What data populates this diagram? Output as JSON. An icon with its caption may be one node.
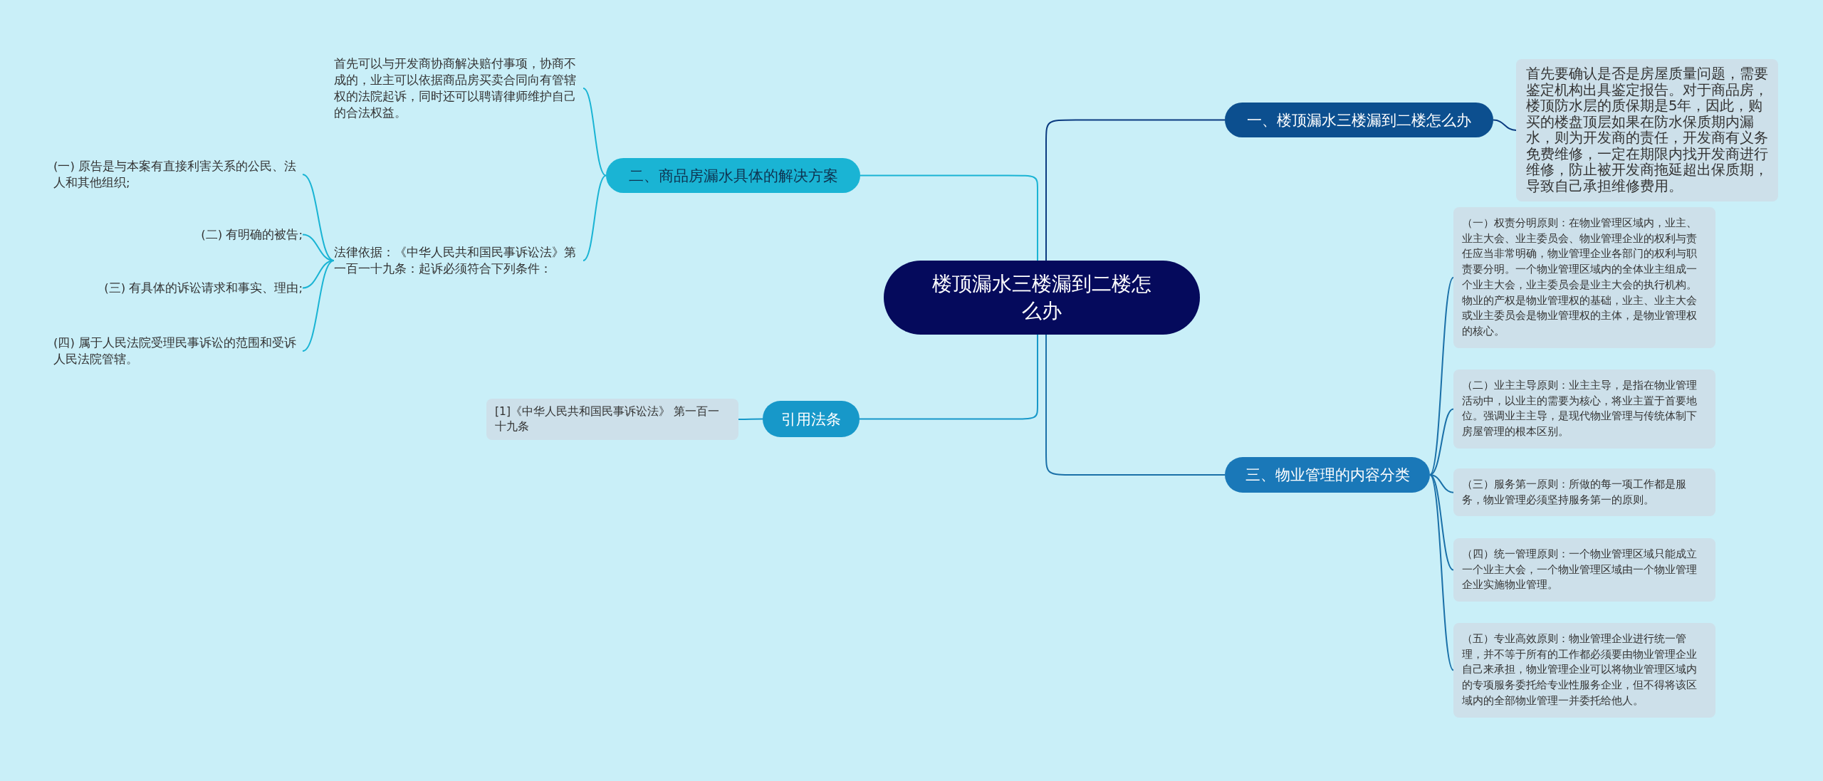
{
  "diagram": {
    "nodes": [
      {
        "text": [
          "楼顶漏水三楼漏到二楼怎么办"
        ]
      },
      {
        "text": [
          "一、楼顶漏水三楼漏到二楼怎么办"
        ]
      },
      {
        "text": [
          "首先要确认是否是房屋质量问题，需要鉴定机构出具鉴定报告。对于商品房，楼顶防水层的质保期是5年，因此，购买的楼盘顶层如果在防水保质期内漏水，则为开发商的责任，开发商有义务免费维修，一定在期限内找开发商进行维修，防止被开发商拖延超出保质期，导致自己承担维修费用。"
        ]
      },
      {
        "text": [
          "二、商品房漏水具体的解决方案"
        ]
      },
      {
        "text": [
          "首先可以与开发商协商解决赔付事项，协商不成的，业主可以依据商品房买卖合同向有管辖权的法院起诉，同时还可以聘请律师维护自己的合法权益。"
        ]
      },
      {
        "text": [
          "法律依据：《中华人民共和国民事诉讼法》第一百一十九条：起诉必须符合下列条件："
        ]
      },
      {
        "text": [
          "(一) 原告是与本案有直接利害关系的公民、法人和其他组织;"
        ]
      },
      {
        "text": [
          "(二) 有明确的被告;"
        ]
      },
      {
        "text": [
          "(三) 有具体的诉讼请求和事实、理由;"
        ]
      },
      {
        "text": [
          "(四) 属于人民法院受理民事诉讼的范围和受诉人民法院管辖。"
        ]
      },
      {
        "text": [
          "引用法条"
        ]
      },
      {
        "text": [
          "[1]《中华人民共和国民事诉讼法》 第一百一十九条"
        ]
      },
      {
        "text": [
          "三、物业管理的内容分类"
        ]
      },
      {
        "text": [
          "（一）权责分明原则：在物业管理区域内，业主、业主大会、业主委员会、物业管理企业的权利与责任应当非常明确，物业管理企业各部门的权利与职责要分明。一个物业管理区域内的全体业主组成一个业主大会，业主委员会是业主大会的执行机构。物业的产权是物业管理权的基础，业主、业主大会或业主委员会是物业管理权的主体，是物业管理权的核心。"
        ]
      },
      {
        "text": [
          "（二）业主主导原则：业主主导，是指在物业管理活动中，以业主的需要为核心，将业主置于首要地位。强调业主主导，是现代物业管理与传统体制下房屋管理的根本区别。"
        ]
      },
      {
        "text": [
          "（三）服务第一原则：所做的每一项工作都是服务，物业管理必须坚持服务第一的原则。"
        ]
      },
      {
        "text": [
          "（四）统一管理原则：一个物业管理区域只能成立一个业主大会，一个物业管理区域由一个物业管理企业实施物业管理。"
        ]
      },
      {
        "text": [
          "（五）专业高效原则：物业管理企业进行统一管理，并不等于所有的工作都必须要由物业管理企业自己来承担，物业管理企业可以将物业管理区域内的专项服务委托给专业性服务企业，但不得将该区域内的全部物业管理一并委托给他人。"
        ]
      }
    ],
    "edges": [
      {
        "from": 0,
        "to": 1,
        "arrow": "none",
        "color": "#0b3b80"
      },
      {
        "from": 1,
        "to": 2,
        "arrow": "none",
        "color": "#0b3b80"
      },
      {
        "from": 0,
        "to": 3,
        "arrow": "none"
      },
      {
        "from": 3,
        "to": 4,
        "arrow": "none"
      },
      {
        "from": 3,
        "to": 5,
        "arrow": "none"
      },
      {
        "from": 5,
        "to": 6,
        "arrow": "none"
      },
      {
        "from": 5,
        "to": 7,
        "arrow": "none"
      },
      {
        "from": 5,
        "to": 8,
        "arrow": "none"
      },
      {
        "from": 5,
        "to": 9,
        "arrow": "none"
      },
      {
        "from": 0,
        "to": 10,
        "arrow": "none",
        "color": "#1798c9"
      },
      {
        "from": 10,
        "to": 11,
        "arrow": "none",
        "color": "#1798c9"
      },
      {
        "from": 0,
        "to": 12,
        "arrow": "none",
        "color": "#1a70a8"
      },
      {
        "from": 12,
        "to": 13,
        "arrow": "none",
        "color": "#1a70a8"
      },
      {
        "from": 12,
        "to": 14,
        "arrow": "none",
        "color": "#1a70a8"
      },
      {
        "from": 12,
        "to": 15,
        "arrow": "none",
        "color": "#1a70a8"
      },
      {
        "from": 12,
        "to": 16,
        "arrow": "none",
        "color": "#1a70a8"
      },
      {
        "from": 12,
        "to": 17,
        "arrow": "none",
        "color": "#1a70a8"
      }
    ]
  }
}
